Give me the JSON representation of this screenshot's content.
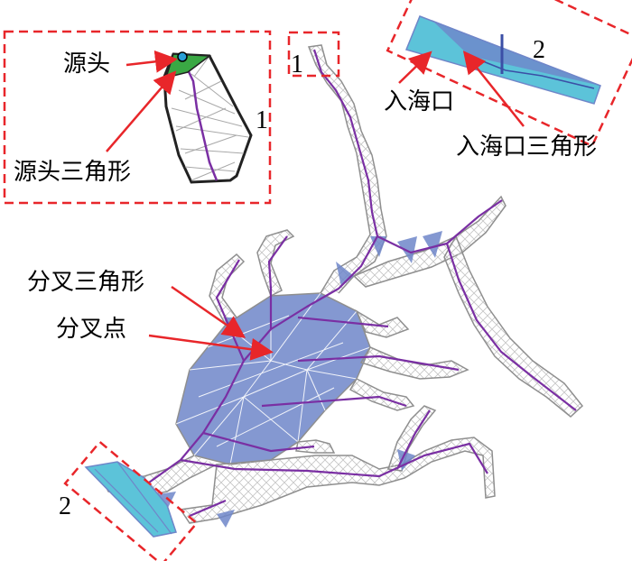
{
  "labels": {
    "source": "源头",
    "source_triangle": "源头三角形",
    "estuary": "入海口",
    "estuary_triangle": "入海口三角形",
    "branch_triangle": "分叉三角形",
    "branch_point": "分叉点"
  },
  "markers": {
    "inset_1": "1",
    "inset_2": "2",
    "zoom_1": "1",
    "zoom_2": "2"
  },
  "colors": {
    "outline": "#8f8f8f",
    "mesh": "#b8b8b8",
    "centerline": "#7a2fa3",
    "triangle_fill": "#6f86c9",
    "estuary_fill": "#5cc3d9",
    "source_fill": "#3aa844",
    "arrow": "#e8262a",
    "dash_box": "#e8262a"
  }
}
